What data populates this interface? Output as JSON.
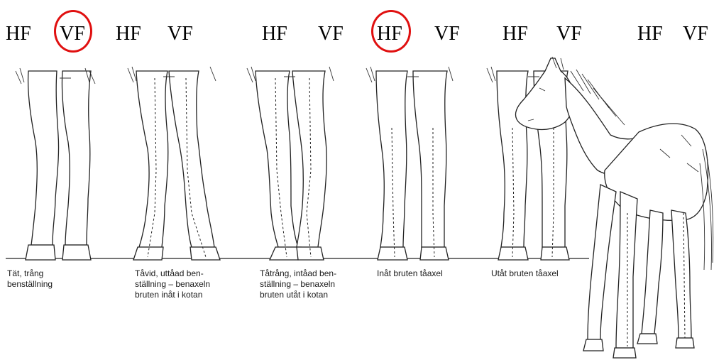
{
  "labels": [
    {
      "text": "HF",
      "circled": false
    },
    {
      "text": "VF",
      "circled": true
    },
    {
      "text": "HF",
      "circled": false
    },
    {
      "text": "VF",
      "circled": false
    },
    {
      "text": "HF",
      "circled": false
    },
    {
      "text": "VF",
      "circled": false
    },
    {
      "text": "HF",
      "circled": true
    },
    {
      "text": "VF",
      "circled": false
    },
    {
      "text": "HF",
      "circled": false
    },
    {
      "text": "VF",
      "circled": false
    },
    {
      "text": "HF",
      "circled": false
    },
    {
      "text": "VF",
      "circled": false
    }
  ],
  "captions": [
    "Tät, trång\nbenställning",
    "Tåvid, uttåad ben-\nställning – benaxeln\nbruten inåt i kotan",
    "Tåtrång, intåad ben-\nställning – benaxeln\nbruten utåt i kotan",
    "Inåt bruten tåaxel",
    "Utåt bruten tåaxel"
  ],
  "colors": {
    "circle": "#e01010",
    "ink": "#222222"
  }
}
